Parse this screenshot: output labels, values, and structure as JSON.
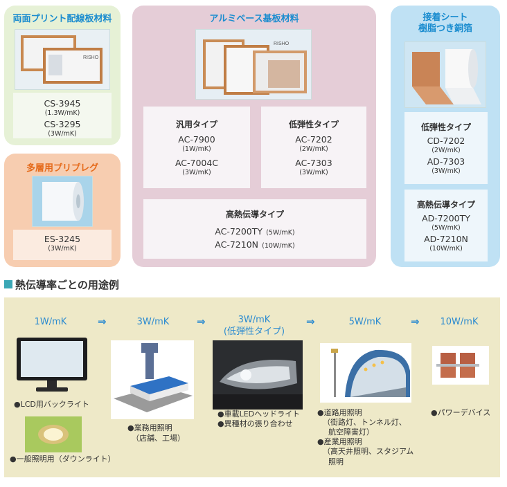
{
  "colors": {
    "green_panel": "#e6f1d6",
    "orange_panel": "#f7cdb0",
    "pink_panel": "#e5cdd7",
    "blue_panel": "#bfe1f4",
    "blue_text": "#1a8ccf",
    "orange_text": "#e56a1a",
    "band": "#eee9c8",
    "accent": "#3aa7b5"
  },
  "double_sided": {
    "title": "両面プリント配線板材料",
    "items": [
      {
        "name": "CS-3945",
        "spec": "(1.3W/mK)"
      },
      {
        "name": "CS-3295",
        "spec": "(3W/mK)"
      }
    ],
    "logo": "RISHO"
  },
  "prepreg": {
    "title": "多層用プリプレグ",
    "items": [
      {
        "name": "ES-3245",
        "spec": "(3W/mK)"
      }
    ]
  },
  "aluminum": {
    "title": "アルミベース基板材料",
    "logo": "RISHO",
    "general": {
      "label": "汎用タイプ",
      "items": [
        {
          "name": "AC-7900",
          "spec": "(1W/mK)"
        },
        {
          "name": "AC-7004C",
          "spec": "(3W/mK)"
        }
      ]
    },
    "low_elastic": {
      "label": "低弾性タイプ",
      "items": [
        {
          "name": "AC-7202",
          "spec": "(2W/mK)"
        },
        {
          "name": "AC-7303",
          "spec": "(3W/mK)"
        }
      ]
    },
    "high_thermal": {
      "label": "高熱伝導タイプ",
      "items": [
        {
          "name": "AC-7200TY",
          "spec": "(5W/mK)"
        },
        {
          "name": "AC-7210N",
          "spec": "(10W/mK)"
        }
      ]
    }
  },
  "adhesive": {
    "title_line1": "接着シート",
    "title_line2": "樹脂つき銅箔",
    "low_elastic": {
      "label": "低弾性タイプ",
      "items": [
        {
          "name": "CD-7202",
          "spec": "(2W/mK)"
        },
        {
          "name": "AD-7303",
          "spec": "(3W/mK)"
        }
      ]
    },
    "high_thermal": {
      "label": "高熱伝導タイプ",
      "items": [
        {
          "name": "AD-7200TY",
          "spec": "(5W/mK)"
        },
        {
          "name": "AD-7210N",
          "spec": "(10W/mK)"
        }
      ]
    }
  },
  "uses": {
    "title": "熱伝導率ごとの用途例",
    "arrow": "⇒",
    "rates": [
      "1W/mK",
      "3W/mK",
      "3W/mK",
      "(低弾性タイプ)",
      "5W/mK",
      "10W/mK"
    ],
    "captions": {
      "lcd": "●LCD用バックライト",
      "downlight": "●一般照明用（ダウンライト）",
      "commercial_1": "●業務用照明",
      "commercial_2": "（店舗、工場）",
      "headlight": "●車載LEDヘッドライト",
      "dissimilar": "●異種材の張り合わせ",
      "road_1": "●道路用照明",
      "road_2": "（街路灯、トンネル灯、",
      "road_3": "航空障害灯）",
      "industrial_1": "●産業用照明",
      "industrial_2": "（高天井照明、スタジアム",
      "industrial_3": "照明",
      "power": "●パワーデバイス"
    }
  }
}
